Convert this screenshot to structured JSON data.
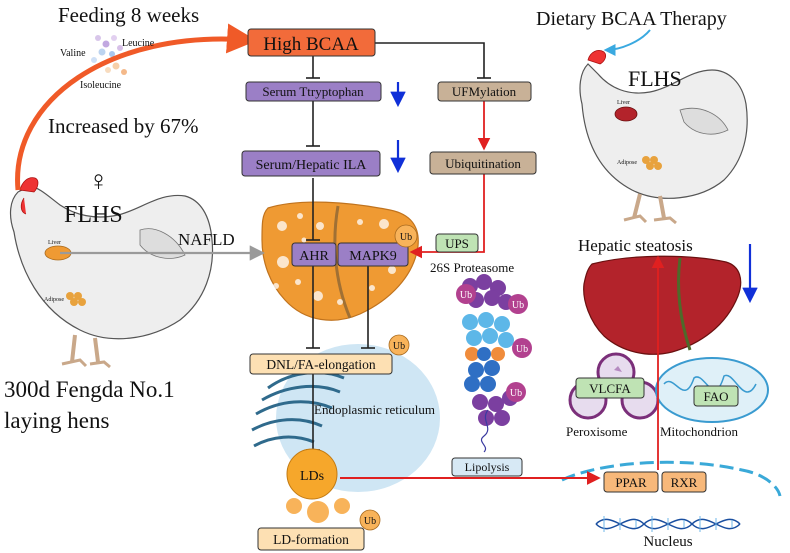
{
  "left": {
    "feeding": "Feeding 8 weeks",
    "valine": "Valine",
    "leucine": "Leucine",
    "isoleucine": "Isoleucine",
    "increase": "Increased by 67%",
    "female_symbol": "♀",
    "flhs": "FLHS",
    "nafld": "NAFLD",
    "liver_tag": "Liver",
    "adipose_tag": "Adipose",
    "hens_line1": "300d Fengda No.1",
    "hens_line2": "laying hens"
  },
  "pathway": {
    "high_bcaa": "High BCAA",
    "serum_trp": "Serum Ttryptophan",
    "ila": "Serum/Hepatic ILA",
    "ufm": "UFMylation",
    "ubiq": "Ubiquitination",
    "ups": "UPS",
    "ahr": "AHR",
    "mapk9": "MAPK9",
    "ub": "Ub",
    "proteasome": "26S Proteasome",
    "dnl": "DNL/FA-elongation",
    "er": "Endoplasmic reticulum",
    "lds": "LDs",
    "ld_formation": "LD-formation",
    "lipolysis": "Lipolysis"
  },
  "right": {
    "therapy": "Dietary BCAA Therapy",
    "flhs": "FLHS",
    "liver_tag": "Liver",
    "adipose_tag": "Adipose",
    "steatosis": "Hepatic steatosis",
    "vlcfa": "VLCFA",
    "fao": "FAO",
    "peroxisome": "Peroxisome",
    "mitochondrion": "Mitochondrion",
    "ppar": "PPAR",
    "rxr": "RXR",
    "nucleus": "Nucleus"
  },
  "colors": {
    "high_bcaa": "#f26b3a",
    "purple_box": "#9b7fc6",
    "tan_box": "#c8b197",
    "liver_orange": "#ef9a33",
    "liver_red": "#b3232b",
    "green_box": "#bfe3b4",
    "peach_box": "#fde0b3",
    "down_arrow": "#1030d8",
    "red_arrow": "#e02020"
  }
}
